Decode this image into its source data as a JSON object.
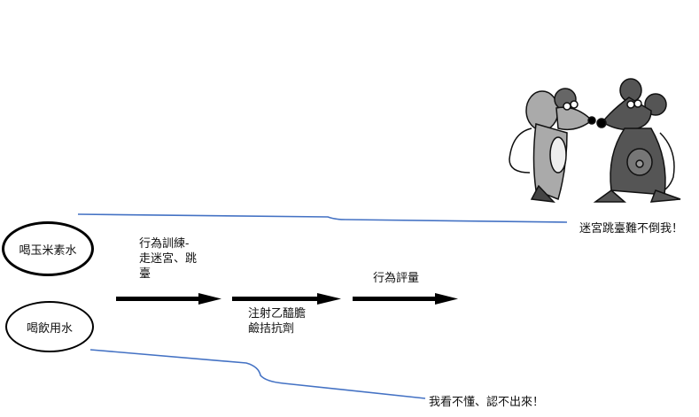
{
  "groups": {
    "corn_water": "喝玉米素水",
    "drinking_water": "喝飲用水"
  },
  "steps": {
    "training": "行為訓練-\n走迷宮、跳\n臺",
    "injection": "注射乙醯膽\n鹼拮抗劑",
    "evaluation": "行為評量"
  },
  "outcomes": {
    "corn_water": "迷宮跳臺難不倒我！",
    "drinking_water": "我看不懂、認不出來！"
  },
  "colors": {
    "connector": "#4472c4",
    "arrow": "#000000"
  }
}
